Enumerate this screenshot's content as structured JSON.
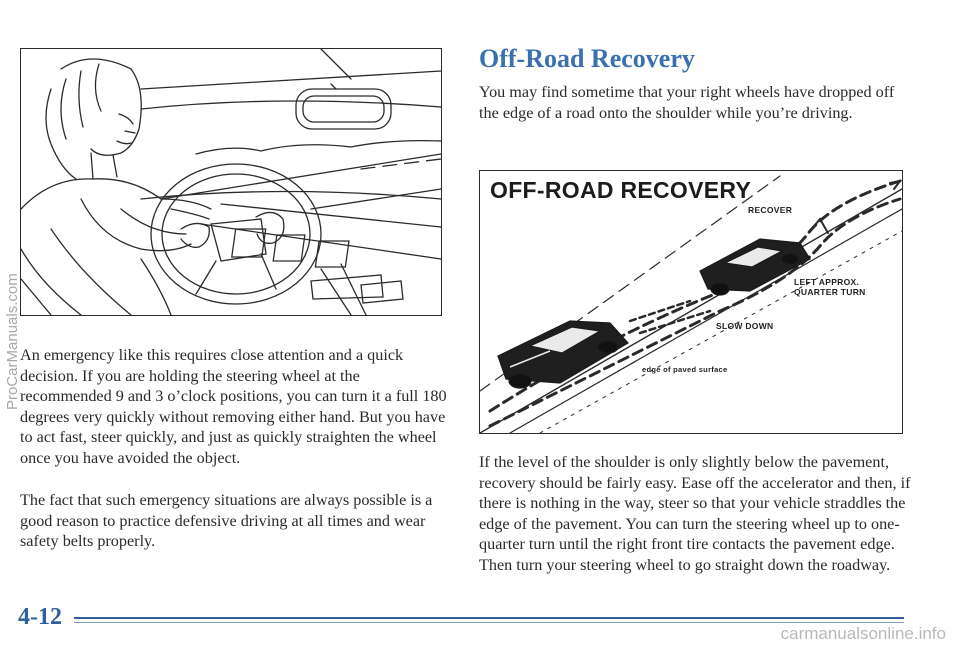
{
  "left_column": {
    "paragraphs": [
      "An emergency like this requires close attention and a quick decision. If you are holding the steering wheel at the recommended 9 and 3 o’clock positions, you can turn it a full 180 degrees very quickly without removing either hand. But you have to act fast, steer quickly, and just as quickly straighten the wheel once you have avoided the object.",
      "The fact that such emergency situations are always possible is a good reason to practice defensive driving at all times and wear safety belts properly."
    ]
  },
  "right_column": {
    "section_title": "Off-Road Recovery",
    "intro": "You may find sometime that your right wheels have dropped off the edge of a road onto the shoulder while you’re driving.",
    "diagram": {
      "title": "OFF-ROAD RECOVERY",
      "labels": {
        "recover": "RECOVER",
        "left_turn_line1": "LEFT APPROX.",
        "left_turn_line2": "QUARTER TURN",
        "slow_down": "SLOW DOWN",
        "edge": "edge of paved surface"
      }
    },
    "body": "If the level of the shoulder is only slightly below the pavement, recovery should be fairly easy. Ease off the accelerator and then, if there is nothing in the way, steer so that your vehicle straddles the edge of the pavement. You can turn the steering wheel up to one-quarter turn until the right front tire contacts the pavement edge. Then turn your steering wheel to go straight down the roadway."
  },
  "footer": {
    "page_number": "4-12",
    "rule_color": "#2f5f9e"
  },
  "watermarks": {
    "side": "ProCarManuals.com",
    "bottom": "carmanualsonline.info"
  },
  "colors": {
    "title_blue": "#3a6fb0",
    "text": "#2a2a2a"
  }
}
